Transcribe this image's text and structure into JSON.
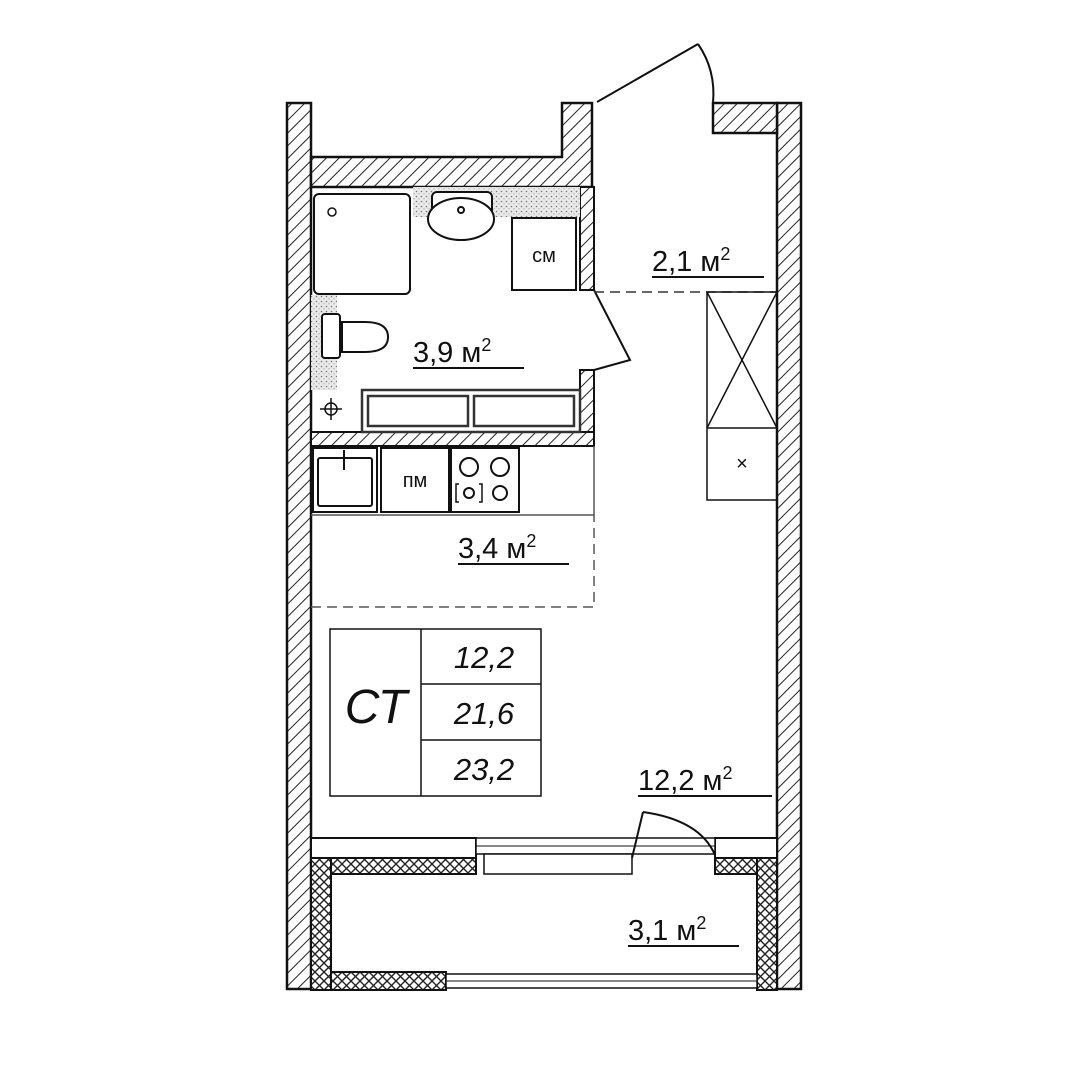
{
  "rooms": {
    "entrance": {
      "value": "2,1",
      "unit": "м",
      "exp": "2"
    },
    "bathroom": {
      "value": "3,9",
      "unit": "м",
      "exp": "2"
    },
    "kitchen": {
      "value": "3,4",
      "unit": "м",
      "exp": "2"
    },
    "living": {
      "value": "12,2",
      "unit": "м",
      "exp": "2"
    },
    "balcony": {
      "value": "3,1",
      "unit": "м",
      "exp": "2"
    }
  },
  "fixtures": {
    "washer_label": "см",
    "dishwasher_label": "пм",
    "wardrobe_mark": "×"
  },
  "summary": {
    "type": "СТ",
    "living_area": "12,2",
    "total_area": "21,6",
    "area_with_balcony": "23,2"
  }
}
